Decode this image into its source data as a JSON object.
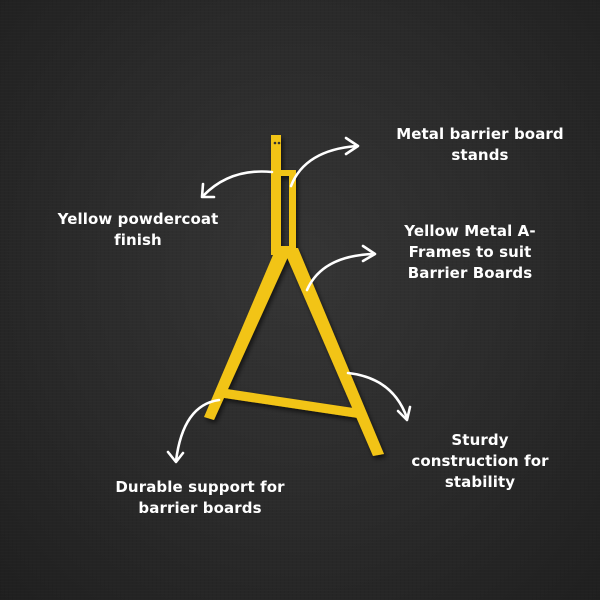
{
  "colors": {
    "background": "#2b2b2b",
    "frame": "#f2c416",
    "text": "#ffffff",
    "arrow": "#ffffff"
  },
  "labels": {
    "top_right": "Metal barrier board\nstands",
    "top_left": "Yellow powdercoat\nfinish",
    "mid_right": "Yellow Metal A-\nFrames to suit\nBarrier Boards",
    "bottom_right": "Sturdy\nconstruction for\nstability",
    "bottom_left": "Durable support for\nbarrier boards"
  },
  "icons": [
    "a-frame-stand-illustration",
    "curved-arrow-icon"
  ]
}
